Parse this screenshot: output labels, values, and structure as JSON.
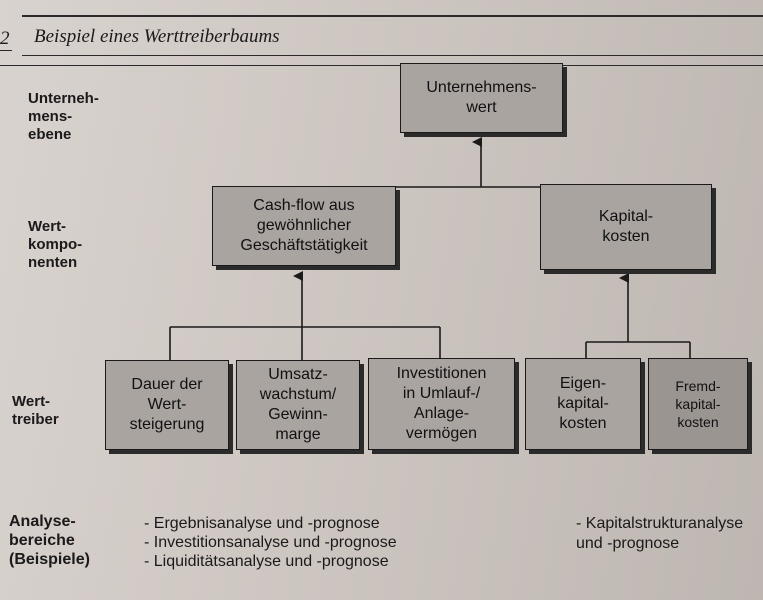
{
  "header": {
    "section_number": "2",
    "title": "Beispiel eines Werttreiberbaums"
  },
  "levels": {
    "enterprise": "Unterneh-\nmens-\nebene",
    "components": "Wert-\nkompo-\nnenten",
    "drivers": "Wert-\ntreiber"
  },
  "tree": {
    "root": "Unternehmens-\nwert",
    "components": [
      "Cash-flow aus\ngewöhnlicher\nGeschäftstätigkeit",
      "Kapital-\nkosten"
    ],
    "drivers": [
      "Dauer der\nWert-\nsteigerung",
      "Umsatz-\nwachstum/\nGewinn-\nmarge",
      "Investitionen\nin Umlauf-/\nAnlage-\nvermögen",
      "Eigen-\nkapital-\nkosten",
      "Fremd-\nkapital-\nkosten"
    ]
  },
  "analysis": {
    "title": "Analyse-\nbereiche\n(Beispiele)",
    "items": [
      "- Ergebnisanalyse und -prognose",
      "- Investitionsanalyse und -prognose",
      "- Liquiditätsanalyse und -prognose"
    ],
    "right": "- Kapitalstrukturanalyse\n  und -prognose"
  }
}
